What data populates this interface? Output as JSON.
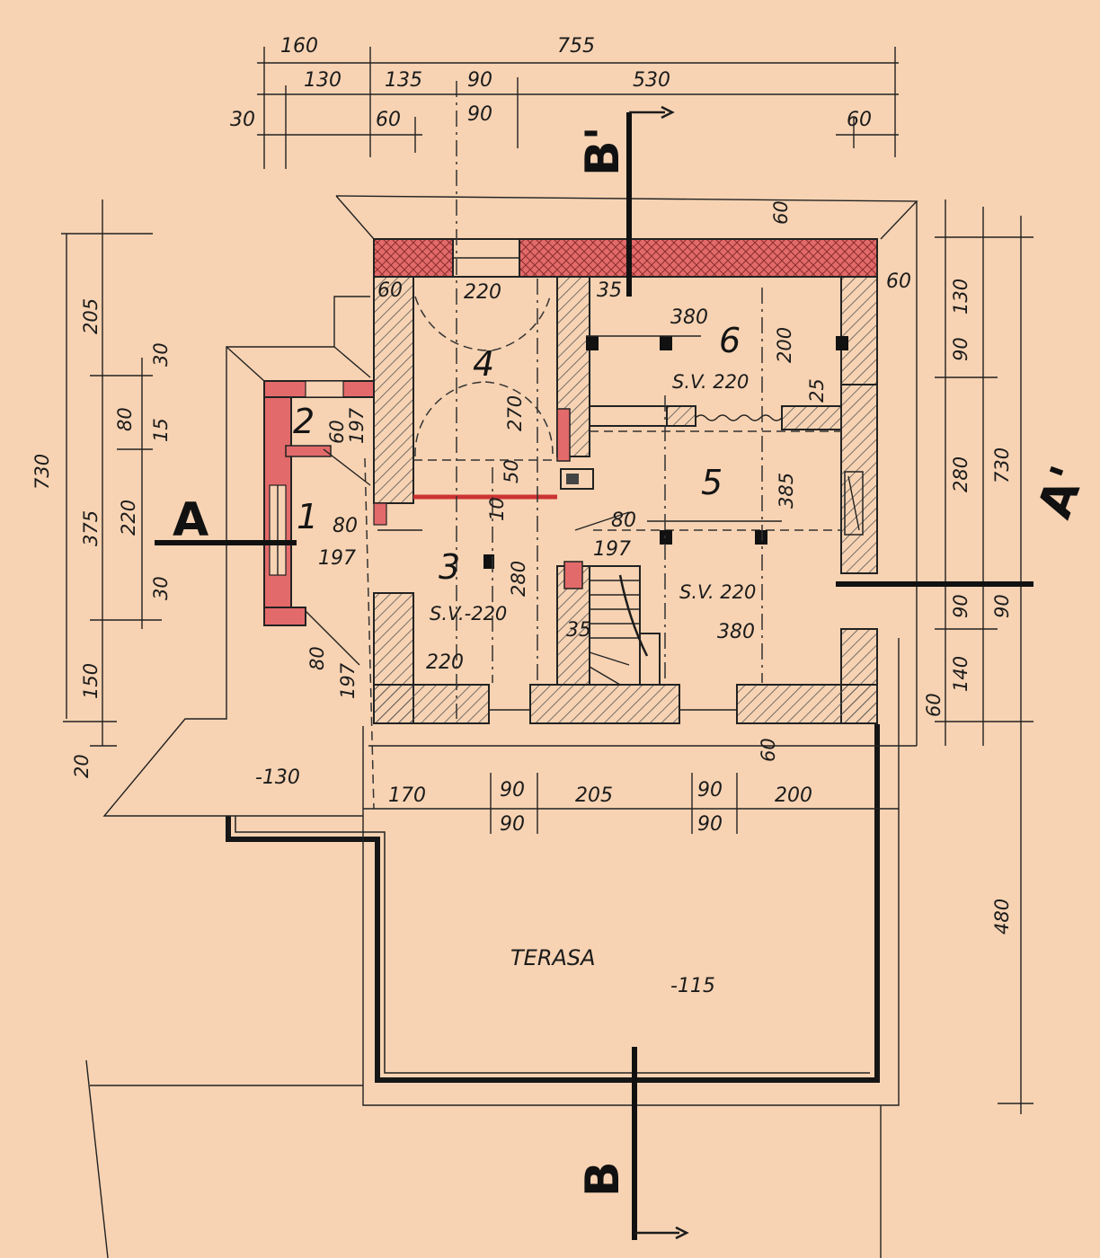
{
  "top_dims": {
    "r1": [
      "160",
      "755"
    ],
    "r2": [
      "130",
      "135",
      "90",
      "530"
    ],
    "r3": [
      "30",
      "60",
      "90",
      "60"
    ]
  },
  "left_dims": [
    "730",
    "205",
    "375",
    "150",
    "20",
    "30",
    "80",
    "15",
    "220",
    "30"
  ],
  "right_dims": [
    "60",
    "130",
    "90",
    "280",
    "730",
    "90",
    "90",
    "140",
    "60",
    "480",
    "60",
    "25"
  ],
  "bottom_dims": [
    "170",
    "90",
    "90",
    "205",
    "90",
    "90",
    "200",
    "60"
  ],
  "inner_dims": [
    "220",
    "35",
    "380",
    "200",
    "270",
    "50",
    "10",
    "280",
    "220",
    "35",
    "385",
    "380",
    "60",
    "197",
    "80",
    "197",
    "80",
    "197",
    "80",
    "197",
    "60"
  ],
  "rooms": [
    "1",
    "2",
    "3",
    "4",
    "5",
    "6"
  ],
  "slab_labels": [
    "S.V. 220",
    "S.V. 220",
    "S.V.-220"
  ],
  "levels": [
    "-130",
    "-115"
  ],
  "terrace_label": "TERASA",
  "section_marks": [
    "A",
    "A'",
    "B'",
    "B"
  ],
  "colors": {
    "paper": "#f7d3b3",
    "ink": "#1b1b1b",
    "new_wall": "#e25a5a",
    "hatch": "#555555"
  }
}
